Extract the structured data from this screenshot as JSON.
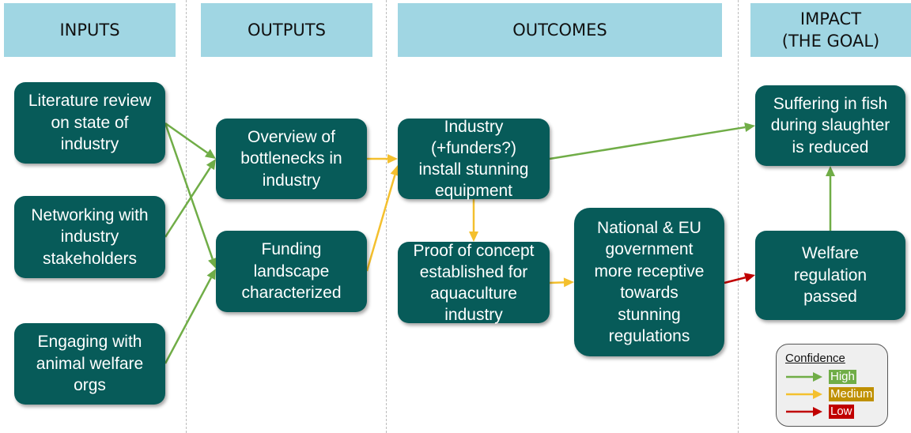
{
  "diagram": {
    "type": "theory-of-change",
    "columns": [
      {
        "id": "inputs",
        "label": "INPUTS"
      },
      {
        "id": "outputs",
        "label": "OUTPUTS"
      },
      {
        "id": "outcomes",
        "label": "OUTCOMES"
      },
      {
        "id": "impact",
        "label": "IMPACT\n(THE GOAL)"
      }
    ],
    "nodes": {
      "lit_review": "Literature review\non state of\nindustry",
      "networking": "Networking with\nindustry\nstakeholders",
      "engaging": "Engaging with\nanimal welfare\norgs",
      "overview": "Overview of\nbottlenecks in\nindustry",
      "funding": "Funding\nlandscape\ncharacterized",
      "industry": "Industry\n(+funders?)\ninstall stunning\nequipment",
      "proof": "Proof of concept\nestablished for\naquaculture\nindustry",
      "national": "National & EU\ngovernment\nmore receptive\ntowards\nstunning\nregulations",
      "suffering": "Suffering in fish\nduring slaughter\nis reduced",
      "welfare": "Welfare\nregulation\npassed"
    },
    "edges": [
      {
        "from": "lit_review",
        "to": "overview",
        "confidence": "high"
      },
      {
        "from": "lit_review",
        "to": "funding",
        "confidence": "high"
      },
      {
        "from": "networking",
        "to": "overview",
        "confidence": "high"
      },
      {
        "from": "engaging",
        "to": "funding",
        "confidence": "high"
      },
      {
        "from": "overview",
        "to": "industry",
        "confidence": "medium"
      },
      {
        "from": "funding",
        "to": "industry",
        "confidence": "medium"
      },
      {
        "from": "industry",
        "to": "proof",
        "confidence": "medium"
      },
      {
        "from": "industry",
        "to": "suffering",
        "confidence": "high"
      },
      {
        "from": "proof",
        "to": "national",
        "confidence": "medium"
      },
      {
        "from": "national",
        "to": "welfare",
        "confidence": "low"
      },
      {
        "from": "welfare",
        "to": "suffering",
        "confidence": "high"
      }
    ]
  },
  "legend": {
    "title": "Confidence",
    "items": [
      {
        "id": "high",
        "label": "High",
        "arrow_color": "#70AD47",
        "label_bg": "#70AD47"
      },
      {
        "id": "medium",
        "label": "Medium",
        "arrow_color": "#F4C02E",
        "label_bg": "#BF9000"
      },
      {
        "id": "low",
        "label": "Low",
        "arrow_color": "#C00000",
        "label_bg": "#C00000"
      }
    ]
  },
  "colors": {
    "header_bg": "#A0D6E3",
    "node_bg": "#075B59",
    "node_text": "#FFFFFF",
    "high": "#70AD47",
    "medium": "#F4C02E",
    "low": "#C00000"
  }
}
